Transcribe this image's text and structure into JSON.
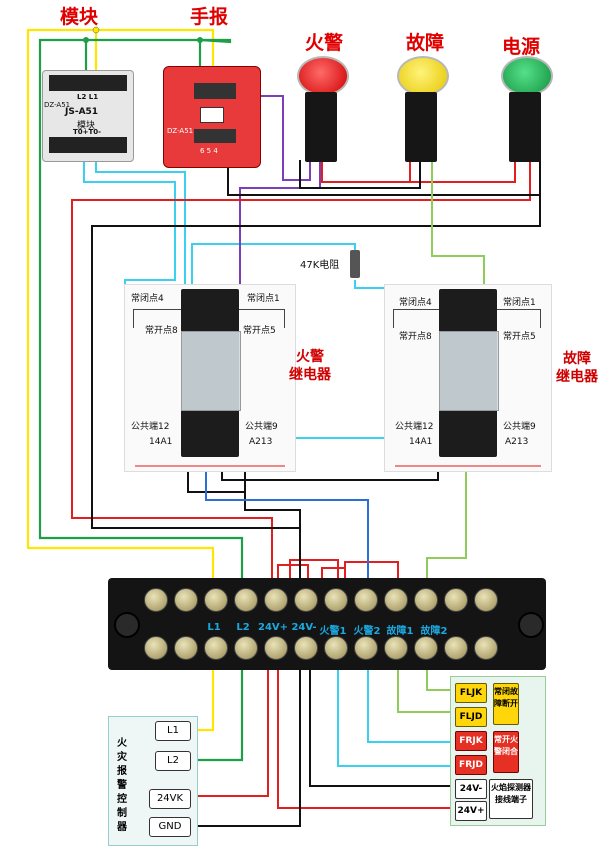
{
  "titles": {
    "module": "模块",
    "manual": "手报",
    "fire_alarm": "火警",
    "fault": "故障",
    "power": "电源"
  },
  "module_device": {
    "model_small": "DZ-A51",
    "terminals_top": "L2 L1",
    "model": "JS-A51",
    "name": "模块",
    "terminals_bottom": "T0+T0-"
  },
  "manual_device": {
    "model_small": "DZ-A51",
    "terminals": "6 5 4"
  },
  "resistor": {
    "label": "47K电阻"
  },
  "relay_fire": {
    "label_line1": "火警",
    "label_line2": "继电器",
    "nc4": "常闭点4",
    "nc1": "常闭点1",
    "no8": "常开点8",
    "no5": "常开点5",
    "com12": "公共端12",
    "com9": "公共端9",
    "a1": "14A1",
    "a2": "A213"
  },
  "relay_fault": {
    "label_line1": "故障",
    "label_line2": "继电器",
    "nc4": "常闭点4",
    "nc1": "常闭点1",
    "no8": "常开点8",
    "no5": "常开点5",
    "com12": "公共端12",
    "com9": "公共端9",
    "a1": "14A1",
    "a2": "A213"
  },
  "terminal_block": {
    "labels": [
      "L1",
      "L2",
      "24V+",
      "24V-",
      "火警1",
      "火警2",
      "故障1",
      "故障2"
    ]
  },
  "controller": {
    "title": "火灾报警控制器",
    "terminals": [
      "L1",
      "L2",
      "24VK",
      "GND"
    ]
  },
  "detector": {
    "fljk": "FLJK",
    "fljd": "FLJD",
    "frjk": "FRJK",
    "frjd": "FRJD",
    "v24m": "24V-",
    "v24p": "24V+",
    "note_fault": "常闭故障断开",
    "note_fire": "常开火警闭合",
    "note_terminal": "火焰探测器接线端子"
  },
  "colors": {
    "red": "#e02020",
    "black": "#111111",
    "yellow": "#ffe600",
    "green": "#1f9e4a",
    "cyan": "#3cd0f0",
    "purple": "#7b3fb8",
    "blue": "#2a6fd6",
    "light_green": "#8fcc5a"
  }
}
